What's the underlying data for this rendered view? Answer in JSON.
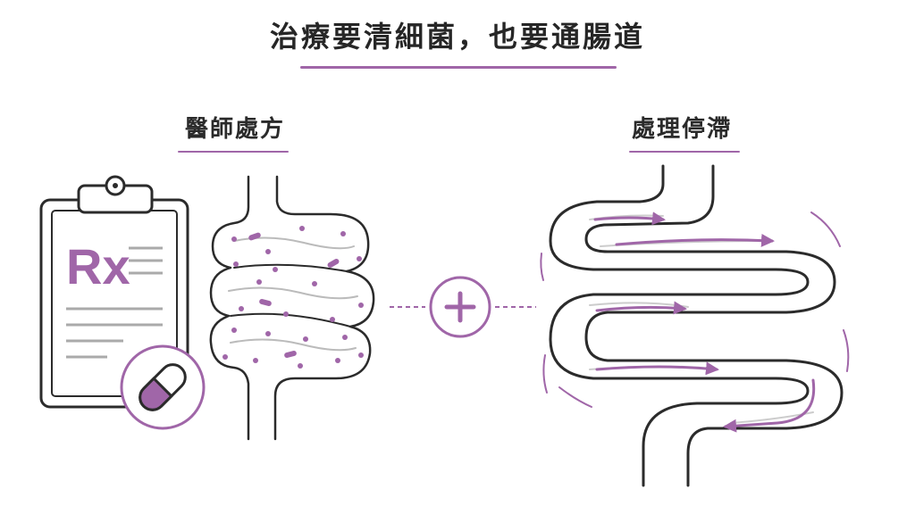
{
  "header": {
    "title": "治療要清細菌，也要通腸道"
  },
  "left_panel": {
    "label": "醫師處方",
    "rx_symbol": "Rx"
  },
  "right_panel": {
    "label": "處理停滯"
  },
  "connector": {
    "symbol": "plus-icon"
  },
  "colors": {
    "accent": "#a066a8",
    "stroke": "#2b2b2b",
    "text": "#262626"
  }
}
